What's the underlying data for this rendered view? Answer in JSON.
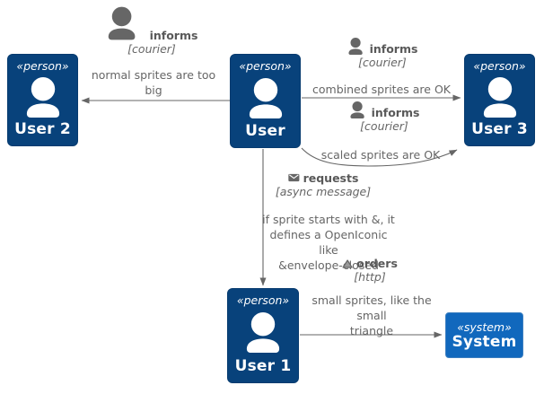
{
  "diagram": {
    "nodes": [
      {
        "id": "user2",
        "stereotype": "«person»",
        "name": "User 2",
        "type": "person",
        "icon": "person-icon"
      },
      {
        "id": "user",
        "stereotype": "«person»",
        "name": "User",
        "type": "person",
        "icon": "person-icon"
      },
      {
        "id": "user3",
        "stereotype": "«person»",
        "name": "User 3",
        "type": "person",
        "icon": "person-icon"
      },
      {
        "id": "user1",
        "stereotype": "«person»",
        "name": "User 1",
        "type": "person",
        "icon": "person-icon"
      },
      {
        "id": "system",
        "stereotype": "«system»",
        "name": "System",
        "type": "system"
      }
    ],
    "relations": [
      {
        "from": "User",
        "to": "User 2",
        "label": "informs",
        "tech": "[courier]",
        "desc": "normal sprites are too\nbig",
        "sprite": "person-sprite-large"
      },
      {
        "from": "User",
        "to": "User 3",
        "label": "informs",
        "tech": "[courier]",
        "desc": "combined sprites are OK",
        "sprite": "person-sprite-small"
      },
      {
        "from": "User",
        "to": "User 3",
        "label": "informs",
        "tech": "[courier]",
        "desc": "scaled sprites are OK",
        "sprite": "person-sprite-small"
      },
      {
        "from": "User",
        "to": "User 1",
        "label": "requests",
        "tech": "[async message]",
        "desc": "if sprite starts with &, it\ndefines a OpenIconic\nlike\n&envelope-closed",
        "sprite": "envelope-icon"
      },
      {
        "from": "User 1",
        "to": "System",
        "label": "orders",
        "tech": "[http]",
        "desc": "small sprites, like the\nsmall\ntriangle",
        "sprite": "triangle-icon"
      }
    ],
    "colors": {
      "person_fill": "#08427B",
      "person_border": "#073B6F",
      "system_fill": "#1168BD",
      "system_border": "#3C7FC0",
      "relation": "#666666",
      "sprite": "#666666",
      "node_text": "#ffffff"
    }
  }
}
